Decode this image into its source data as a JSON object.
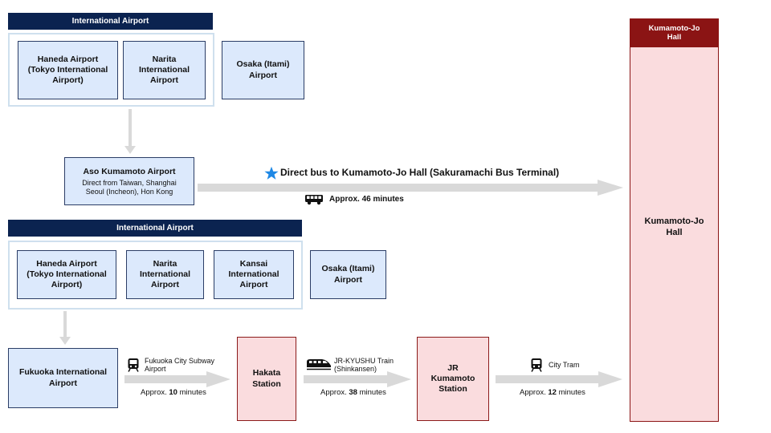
{
  "colors": {
    "header_navy": "#0b2350",
    "header_maroon": "#8b1414",
    "airport_box": "#dce9fc",
    "station_box": "#fadcde",
    "arrow": "#d9d9d9",
    "star": "#1e88e5"
  },
  "top_section": {
    "header": "International Airport",
    "airports": [
      "Haneda Airport\n(Tokyo International\nAirport)",
      "Narita\nInternational\nAirport"
    ],
    "osaka": "Osaka (Itami)\nAirport",
    "aso": {
      "title": "Aso Kumamoto Airport",
      "subtitle": "Direct from Taiwan, Shanghai\nSeoul (Incheon), Hon Kong"
    },
    "bus": {
      "star_icon": "star-icon",
      "icon": "bus-icon",
      "label": "Direct bus to Kumamoto-Jo Hall (Sakuramachi Bus Terminal)",
      "time_prefix": "Approx. ",
      "time_value": "46 minutes"
    }
  },
  "bottom_section": {
    "header": "International Airport",
    "airports": [
      "Haneda Airport\n(Tokyo International\nAirport)",
      "Narita\nInternational\nAirport",
      "Kansai\nInternational\nAirport"
    ],
    "osaka": "Osaka (Itami)\nAirport",
    "fukuoka": "Fukuoka International\nAirport",
    "subway": {
      "icon": "subway-icon",
      "label": "Fukuoka City Subway\nAirport",
      "time_prefix": "Approx. ",
      "time_value": "10",
      "time_suffix": " minutes"
    },
    "hakata": "Hakata\nStation",
    "shinkansen": {
      "icon": "shinkansen-icon",
      "label": "JR-KYUSHU Train\n(Shinkansen)",
      "time_prefix": "Approx. ",
      "time_value": "38",
      "time_suffix": " minutes"
    },
    "jr_kumamoto": "JR\nKumamoto\nStation",
    "tram": {
      "icon": "tram-icon",
      "label": "City Tram",
      "time_prefix": "Approx. ",
      "time_value": "12",
      "time_suffix": " minutes"
    }
  },
  "destination": {
    "header": "Kumamoto-Jo\nHall",
    "body": "Kumamoto-Jo\nHall"
  }
}
